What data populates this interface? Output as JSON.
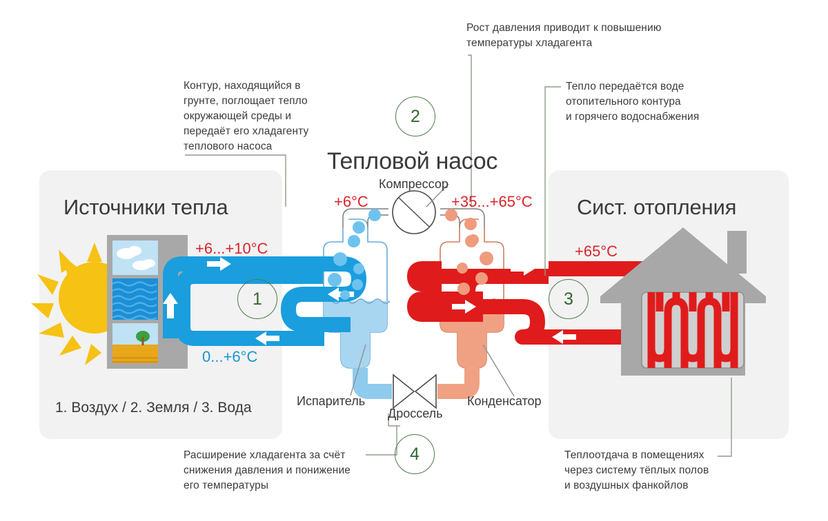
{
  "diagram": {
    "title": "Тепловой насос",
    "background": "#ffffff",
    "colors": {
      "hot": "#d9252a",
      "cold": "#1c94d2",
      "panel": "#f2f2f2",
      "step_circle": "#4f7a4a",
      "house": "#a8a8a8",
      "sun": "#f6c213",
      "condenser_fill": "#f0a183",
      "evaporator_fill": "#a8d5f0"
    }
  },
  "annotations": [
    {
      "id": "note-loop-ground",
      "text": "Контур, находящийся в\nгрунте, поглощает тепло\nокружающей среды и\nпередаёт его хладагенту\nтеплового насоса"
    },
    {
      "id": "note-pressure-rise",
      "text": "Рост давления приводит к повышению\nтемпературы хладагента"
    },
    {
      "id": "note-heat-to-water",
      "text": "Тепло передаётся воде\nотопительного контура\nи горячего водоснабжения"
    },
    {
      "id": "note-expansion",
      "text": "Расширение хладагента за счёт\nснижения давления и понижение\nего температуры"
    },
    {
      "id": "note-room-heat",
      "text": "Теплоотдача в помещениях\nчерез систему тёплых полов\nи воздушных фанкойлов"
    }
  ],
  "steps": [
    {
      "id": "step-1",
      "label": "1"
    },
    {
      "id": "step-2",
      "label": "2"
    },
    {
      "id": "step-3",
      "label": "3"
    },
    {
      "id": "step-4",
      "label": "4"
    }
  ],
  "left_panel": {
    "title": "Источники тепла",
    "caption": "1. Воздух / 2. Земля / 3. Вода",
    "temp_supply": "+6...+10°C",
    "temp_return": "0...+6°C"
  },
  "heatpump": {
    "title": "Тепловой насос",
    "compressor_label": "Компрессор",
    "evaporator_label": "Испаритель",
    "throttle_label": "Дроссель",
    "condenser_label": "Конденсатор",
    "temp_cold_side": "+6°C",
    "temp_hot_side": "+35...+65°C"
  },
  "right_panel": {
    "title": "Сист. отопления",
    "temp_supply": "+65°C"
  }
}
